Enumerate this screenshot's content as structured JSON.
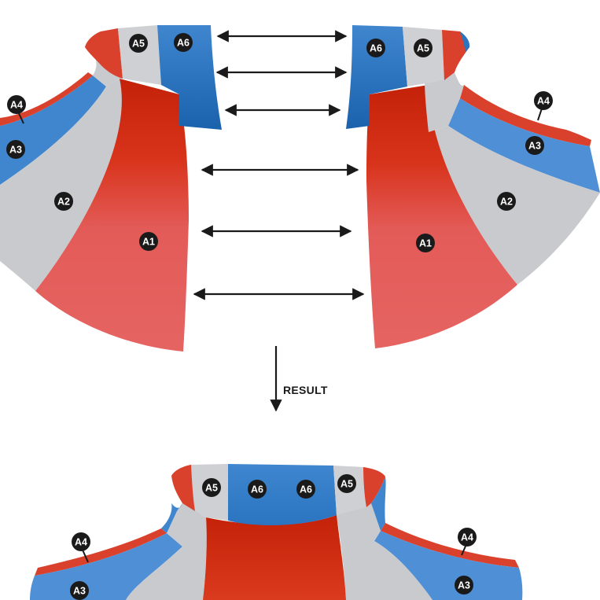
{
  "colors": {
    "red": "#e35b58",
    "red_deep": "#cc2a10",
    "blue": "#3f86cf",
    "blue_deep": "#1b67b3",
    "gray": "#c9cacd",
    "ink": "#1a1a1a"
  },
  "arrow_label": "RESULT",
  "badges": {
    "a1": "A1",
    "a2": "A2",
    "a3": "A3",
    "a4": "A4",
    "a5": "A5",
    "a6": "A6"
  }
}
